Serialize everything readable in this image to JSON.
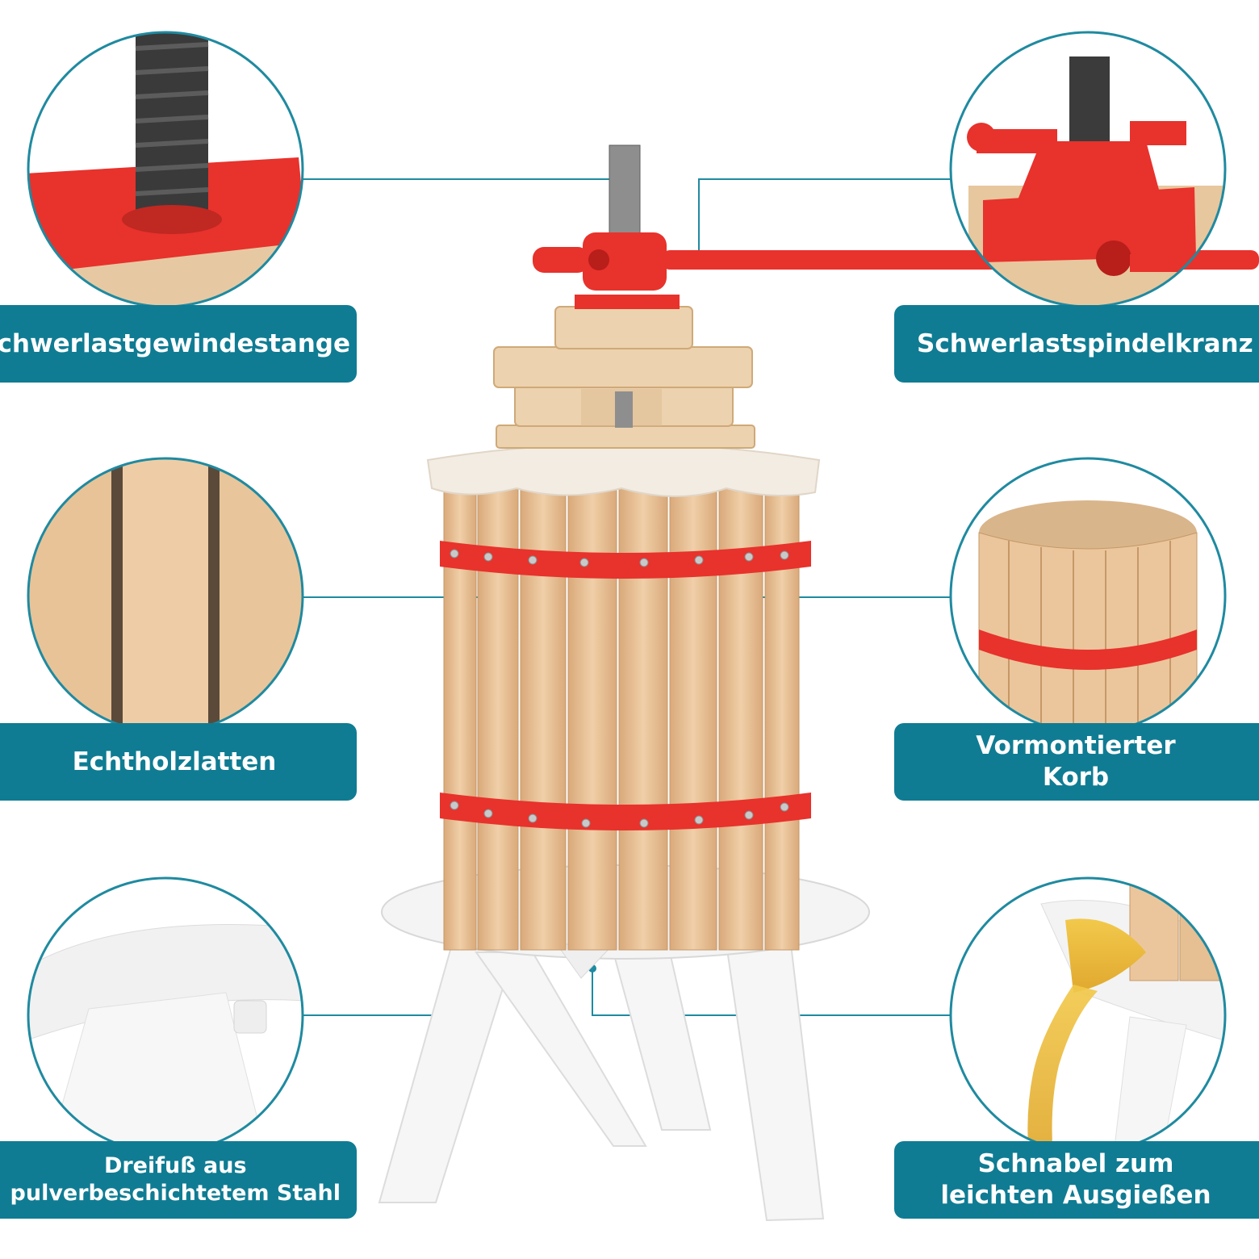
{
  "callouts": {
    "thread_rod": "Schwerlastgewindestange",
    "spindle_crown": "Schwerlastspindelkranz",
    "wood_slats": "Echtholzlatten",
    "basket": "Vormontierter\nKorb",
    "tripod": "Dreifuß aus\npulverbeschichtetem Stahl",
    "spout": "Schnabel zum\nleichten Ausgießen"
  },
  "colors": {
    "accent": "#0f7c93",
    "red": "#e8322c",
    "wood": "#e9c49c",
    "white_plastic": "#f3f3f3"
  }
}
